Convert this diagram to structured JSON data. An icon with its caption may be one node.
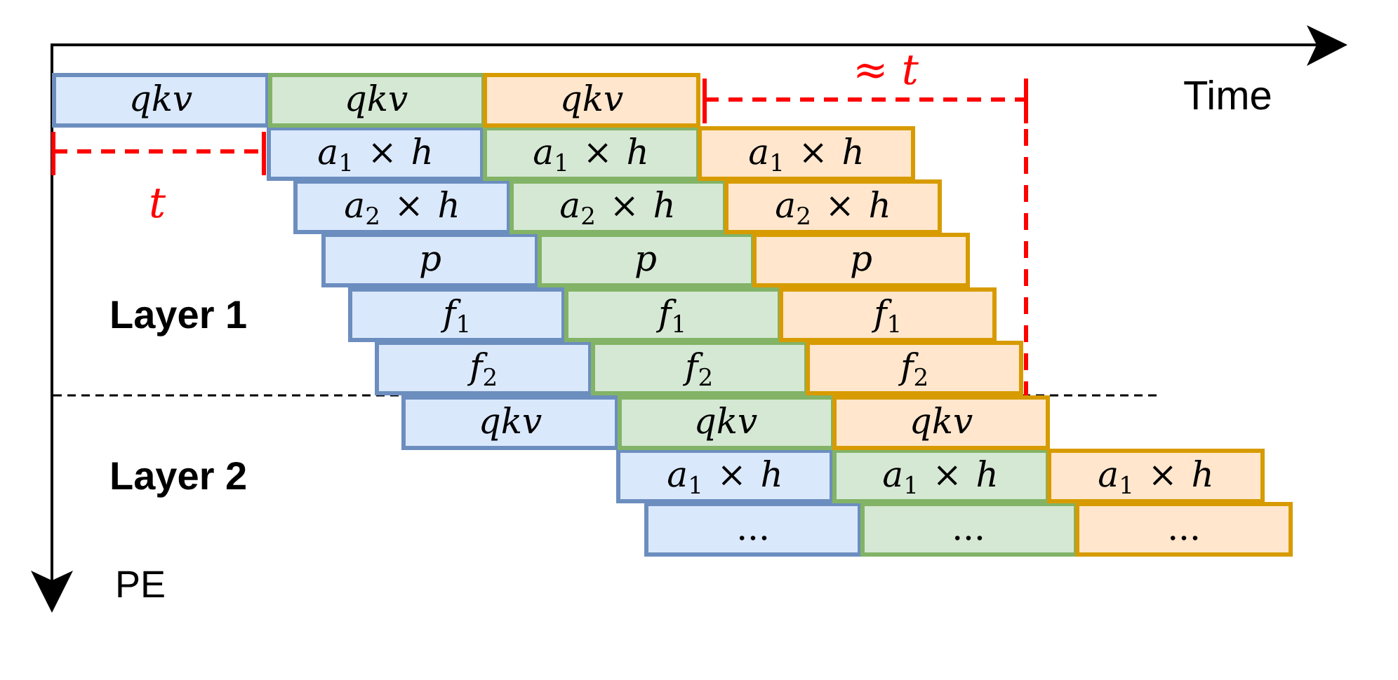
{
  "diagram": {
    "nodes": [
      {
        "text": [
          "qkv"
        ]
      },
      {
        "text": [
          "qkv"
        ]
      },
      {
        "text": [
          "qkv"
        ]
      },
      {
        "text": [
          "*a*$_{1}$ × *h*"
        ]
      },
      {
        "text": [
          "*a*$_{1}$ × *h*"
        ]
      },
      {
        "text": [
          "*a*$_{1}$ × *h*"
        ]
      },
      {
        "text": [
          "*a*$_{2}$ × *h*"
        ]
      },
      {
        "text": [
          "*a*$_{2}$ × *h*"
        ]
      },
      {
        "text": [
          "*a*$_{2}$ × *h*"
        ]
      },
      {
        "text": [
          "p"
        ]
      },
      {
        "text": [
          "p"
        ]
      },
      {
        "text": [
          "p"
        ]
      },
      {
        "text": [
          "*f*$_{1}$"
        ]
      },
      {
        "text": [
          "*f*$_{1}$"
        ]
      },
      {
        "text": [
          "*f*$_{1}$"
        ]
      },
      {
        "text": [
          "*f*$_{2}$"
        ]
      },
      {
        "text": [
          "*f*$_{2}$"
        ]
      },
      {
        "text": [
          "*f*$_{2}$"
        ]
      },
      {
        "text": [
          "qkv"
        ]
      },
      {
        "text": [
          "qkv"
        ]
      },
      {
        "text": [
          "qkv"
        ]
      },
      {
        "text": [
          "*a*$_{1}$ × *h*"
        ]
      },
      {
        "text": [
          "*a*$_{1}$ × *h*"
        ]
      },
      {
        "text": [
          "*a*$_{1}$ × *h*"
        ]
      },
      {
        "text": [
          "..."
        ]
      },
      {
        "text": [
          "..."
        ]
      },
      {
        "text": [
          "..."
        ]
      }
    ],
    "labels": [
      "≈ *t*",
      "Time",
      "t",
      "Layer 1",
      "Layer 2",
      "PE"
    ]
  }
}
